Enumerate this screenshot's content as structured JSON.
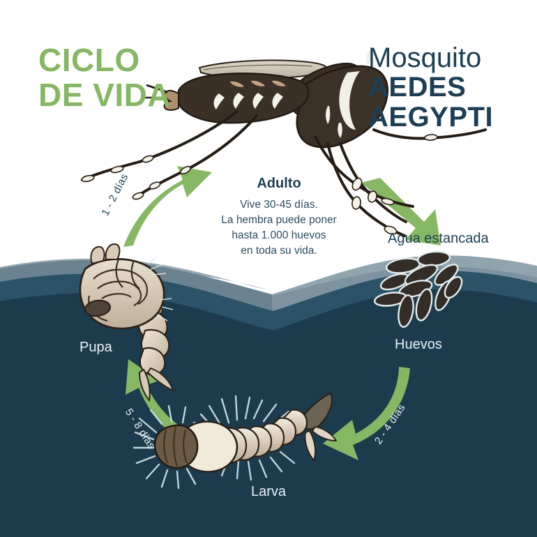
{
  "title_left": {
    "line1": "CICLO",
    "line2": "DE VIDA",
    "color": "#86b863"
  },
  "title_right": {
    "line1": "Mosquito",
    "line2": "AEDES",
    "line3": "AEGYPTI",
    "color": "#1d3f55"
  },
  "adult": {
    "heading": "Adulto",
    "desc_line1": "Vive 30-45 días.",
    "desc_line2": "La hembra puede poner",
    "desc_line3": "hasta 1.000 huevos",
    "desc_line4": "en toda su vida."
  },
  "stages": {
    "agua_estancada": "Agua estancada",
    "huevos": "Huevos",
    "pupa": "Pupa",
    "larva": "Larva"
  },
  "durations": {
    "pupa_to_adult": "1 - 2 días",
    "huevos_to_larva": "2 - 4 días",
    "larva_to_pupa": "5 - 8 días"
  },
  "icons": {
    "adult_mosquito": "adult-mosquito-illustration",
    "eggs_cluster": "mosquito-eggs-illustration",
    "pupa": "mosquito-pupa-illustration",
    "larva": "mosquito-larva-illustration",
    "arrow_adult_to_eggs": "green-arrow-down-right",
    "arrow_eggs_to_larva": "green-curved-arrow-down-left",
    "arrow_larva_to_pupa": "green-curved-arrow-up-left",
    "arrow_pupa_to_adult": "green-curved-arrow-up-right"
  },
  "colors": {
    "green_accent": "#86b863",
    "dark_teal": "#1d3f55",
    "water_deep": "#1c3c4e",
    "water_mid": "#2b5266",
    "water_light": "#6b8391",
    "water_pale": "#90a4ae",
    "background": "#ffffff",
    "body_beige": "#cdbca6",
    "body_beige_light": "#e6dccb",
    "mosquito_dark": "#32281f",
    "egg_dark": "#342c26"
  }
}
